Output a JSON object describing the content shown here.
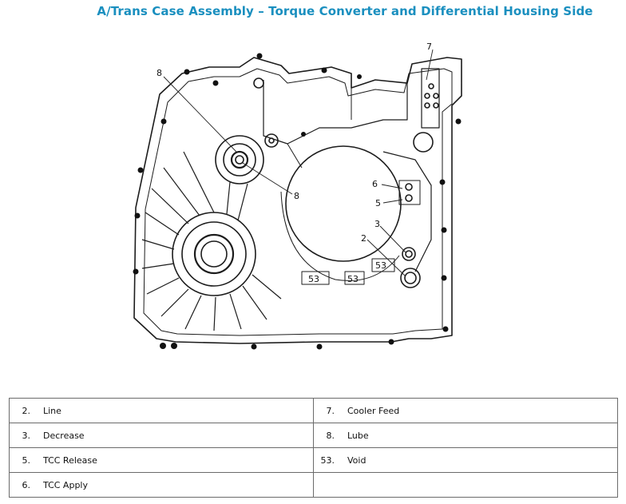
{
  "title": "A/Trans Case Assembly – Torque Converter and Differential Housing Side",
  "callouts": {
    "c2": "2",
    "c3": "3",
    "c5": "5",
    "c6": "6",
    "c7": "7",
    "c8a": "8",
    "c8b": "8",
    "c53a": "53",
    "c53b": "53",
    "c53c": "53"
  },
  "legend": {
    "rows": [
      {
        "left_num": "2.",
        "left_label": "Line",
        "right_num": "7.",
        "right_label": "Cooler Feed"
      },
      {
        "left_num": "3.",
        "left_label": "Decrease",
        "right_num": "8.",
        "right_label": "Lube"
      },
      {
        "left_num": "5.",
        "left_label": "TCC Release",
        "right_num": "53.",
        "right_label": "Void"
      },
      {
        "left_num": "6.",
        "left_label": "TCC Apply",
        "right_num": "",
        "right_label": ""
      }
    ]
  }
}
